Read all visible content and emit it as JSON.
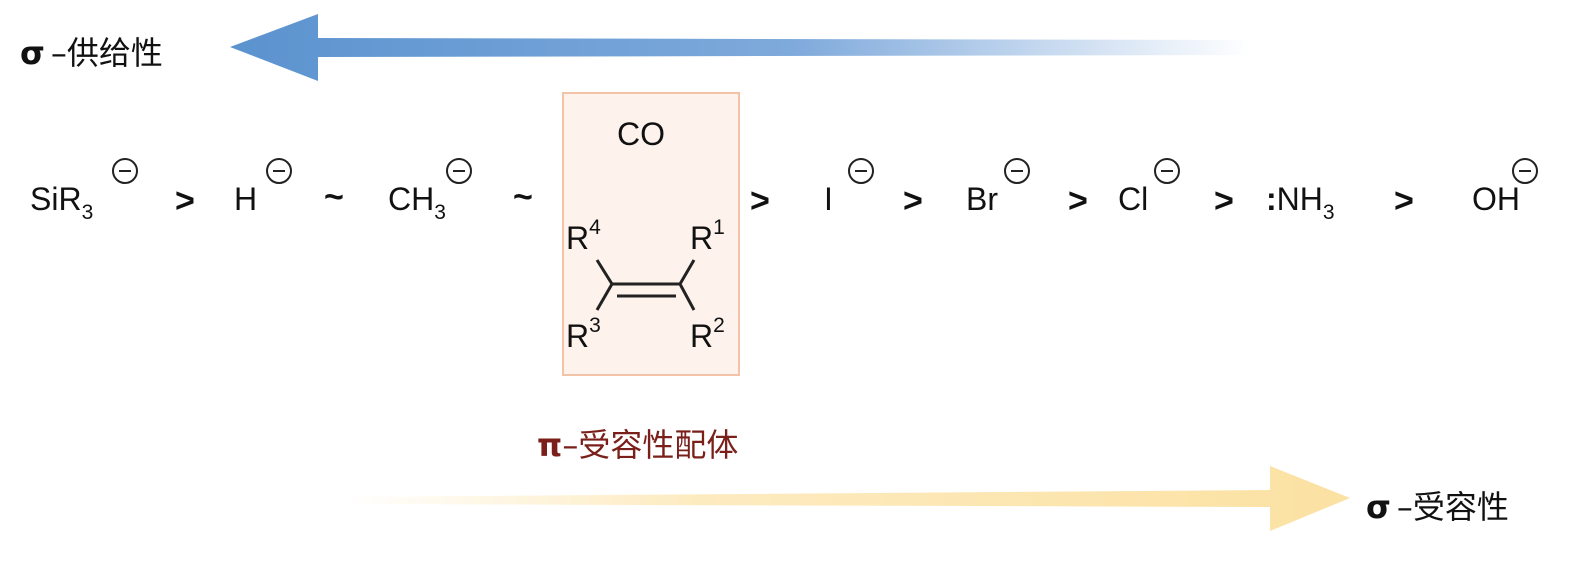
{
  "top_label": {
    "symbol": "σ",
    "text": "–供给性"
  },
  "bottom_label": {
    "symbol": "σ",
    "text": "–受容性"
  },
  "pi_label": {
    "symbol": "π",
    "text": "–受容性配体"
  },
  "colors": {
    "top_arrow": "#6fa0d6",
    "bottom_arrow": "#fbe3a6",
    "box_fill": "#fdf2ec",
    "box_border": "#f3c3a8",
    "pi_label": "#7a1f1a"
  },
  "series": {
    "sir3": {
      "main": "SiR",
      "sub": "3"
    },
    "h": {
      "main": "H"
    },
    "ch3": {
      "main": "CH",
      "sub": "3"
    },
    "co": "CO",
    "alkene": {
      "r1": "R",
      "r1s": "1",
      "r2": "R",
      "r2s": "2",
      "r3": "R",
      "r3s": "3",
      "r4": "R",
      "r4s": "4"
    },
    "i": "I",
    "br": "Br",
    "cl": "Cl",
    "nh3": {
      "colon": ":",
      "main": "NH",
      "sub": "3"
    },
    "oh": "OH"
  },
  "relations": {
    "gt": ">",
    "approx": "~"
  }
}
